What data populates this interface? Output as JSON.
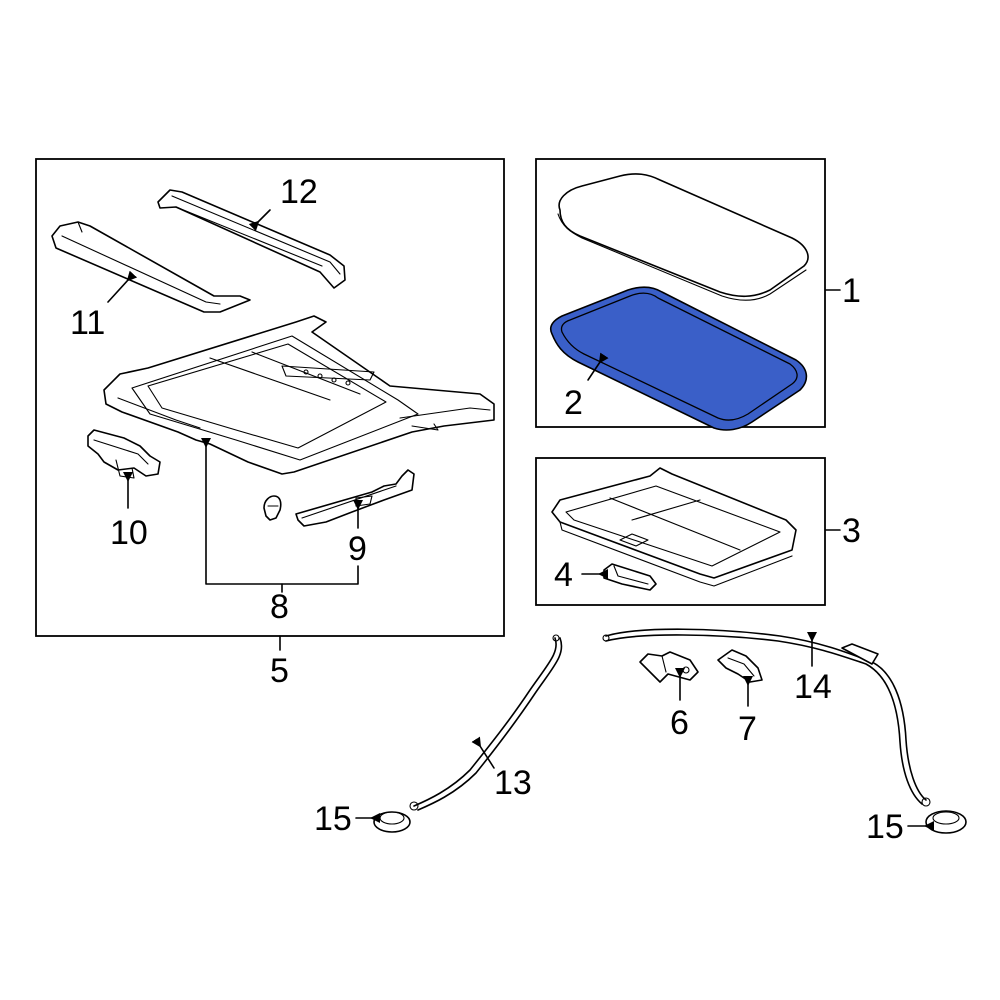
{
  "highlight_color": "#3a5fc8",
  "callouts": {
    "c1": "1",
    "c2": "2",
    "c3": "3",
    "c4": "4",
    "c5": "5",
    "c6": "6",
    "c7": "7",
    "c8": "8",
    "c9": "9",
    "c10": "10",
    "c11": "11",
    "c12": "12",
    "c13": "13",
    "c14": "14",
    "c15a": "15",
    "c15b": "15"
  }
}
